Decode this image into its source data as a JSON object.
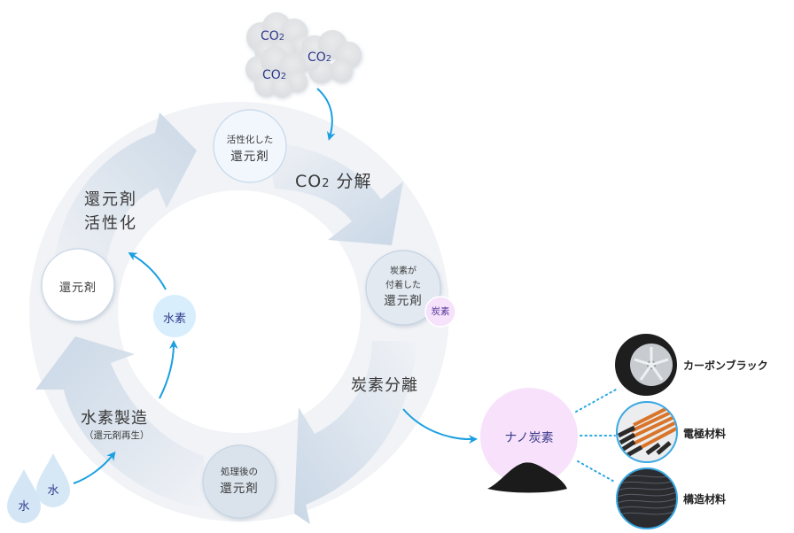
{
  "colors": {
    "ring_bg": "#f1f3f6",
    "arrow_fill": "#cfdbe8",
    "flow_arrow": "#1a9fe0",
    "cloud": "#e3e4e6",
    "cloud_text": "#2e3a8c",
    "node_active": "#f1f7fd",
    "node_carbon": "#e2e9f1",
    "node_treated": "#dae3ec",
    "node_reductant": "#ffffff",
    "hydrogen": "#d8eefc",
    "carbon_badge": "#f6e2fb",
    "nano_carbon": "#f7e1fb",
    "water_drop": "#d4e6f6",
    "dotted_line": "#2aa6e4"
  },
  "co2_clouds": [
    {
      "label": "CO",
      "sub": "2"
    },
    {
      "label": "CO",
      "sub": "2"
    },
    {
      "label": "CO",
      "sub": "2"
    }
  ],
  "stages": {
    "co2_decomposition": {
      "main": "CO",
      "sub": "2",
      "rest": " 分解"
    },
    "carbon_separation": "炭素分離",
    "hydrogen_production": {
      "title": "水素製造",
      "subtitle": "（還元剤再生）"
    },
    "activation": {
      "line1": "還元剤",
      "line2": "活性化"
    }
  },
  "nodes": {
    "activated_reductant": {
      "line1": "活性化した",
      "line2": "還元剤"
    },
    "carbon_attached_reductant": {
      "line1": "炭素が",
      "line2": "付着した",
      "line3": "還元剤"
    },
    "carbon_badge": "炭素",
    "treated_reductant": {
      "line1": "処理後の",
      "line2": "還元剤"
    },
    "reductant": "還元剤",
    "hydrogen": "水素"
  },
  "water_drops": [
    "水",
    "水"
  ],
  "nano_carbon": "ナノ炭素",
  "products": [
    {
      "label": "カーボンブラック",
      "icon": "tire-icon"
    },
    {
      "label": "電極材料",
      "icon": "electrode-icon"
    },
    {
      "label": "構造材料",
      "icon": "carbon-fiber-icon"
    }
  ]
}
